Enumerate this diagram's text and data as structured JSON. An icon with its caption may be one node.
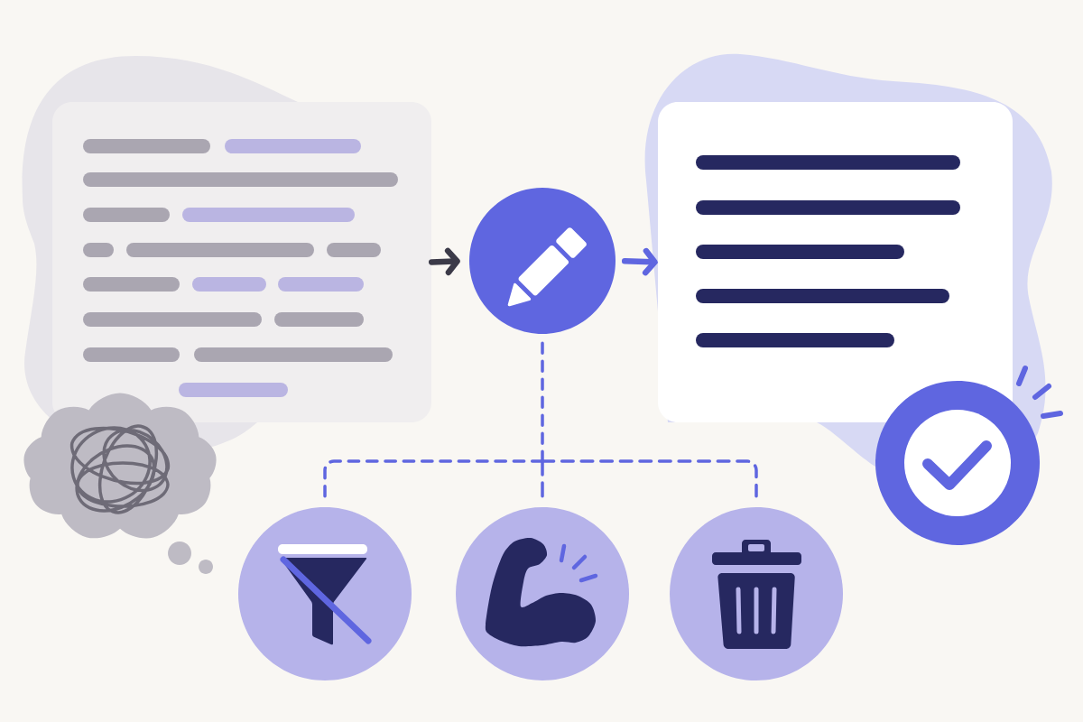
{
  "diagram": {
    "nodes": [
      {
        "text": [],
        "shape": "box"
      },
      {
        "text": [],
        "shape": "circle"
      },
      {
        "text": [],
        "shape": "box"
      },
      {
        "text": [],
        "shape": "circle"
      },
      {
        "text": [],
        "shape": "circle"
      },
      {
        "text": [],
        "shape": "circle"
      },
      {
        "text": [],
        "shape": "circle"
      },
      {
        "text": [],
        "shape": "cloud"
      }
    ],
    "edges": [
      {
        "from": 0,
        "to": 1,
        "arrow": "to",
        "style": "thick",
        "color": "#3b3a48"
      },
      {
        "from": 1,
        "to": 2,
        "arrow": "to",
        "style": "thick"
      },
      {
        "from": 1,
        "to": 3,
        "arrow": "none",
        "style": "dashed"
      },
      {
        "from": 1,
        "to": 4,
        "arrow": "none",
        "style": "dashed"
      },
      {
        "from": 1,
        "to": 5,
        "arrow": "none",
        "style": "dashed"
      }
    ]
  }
}
